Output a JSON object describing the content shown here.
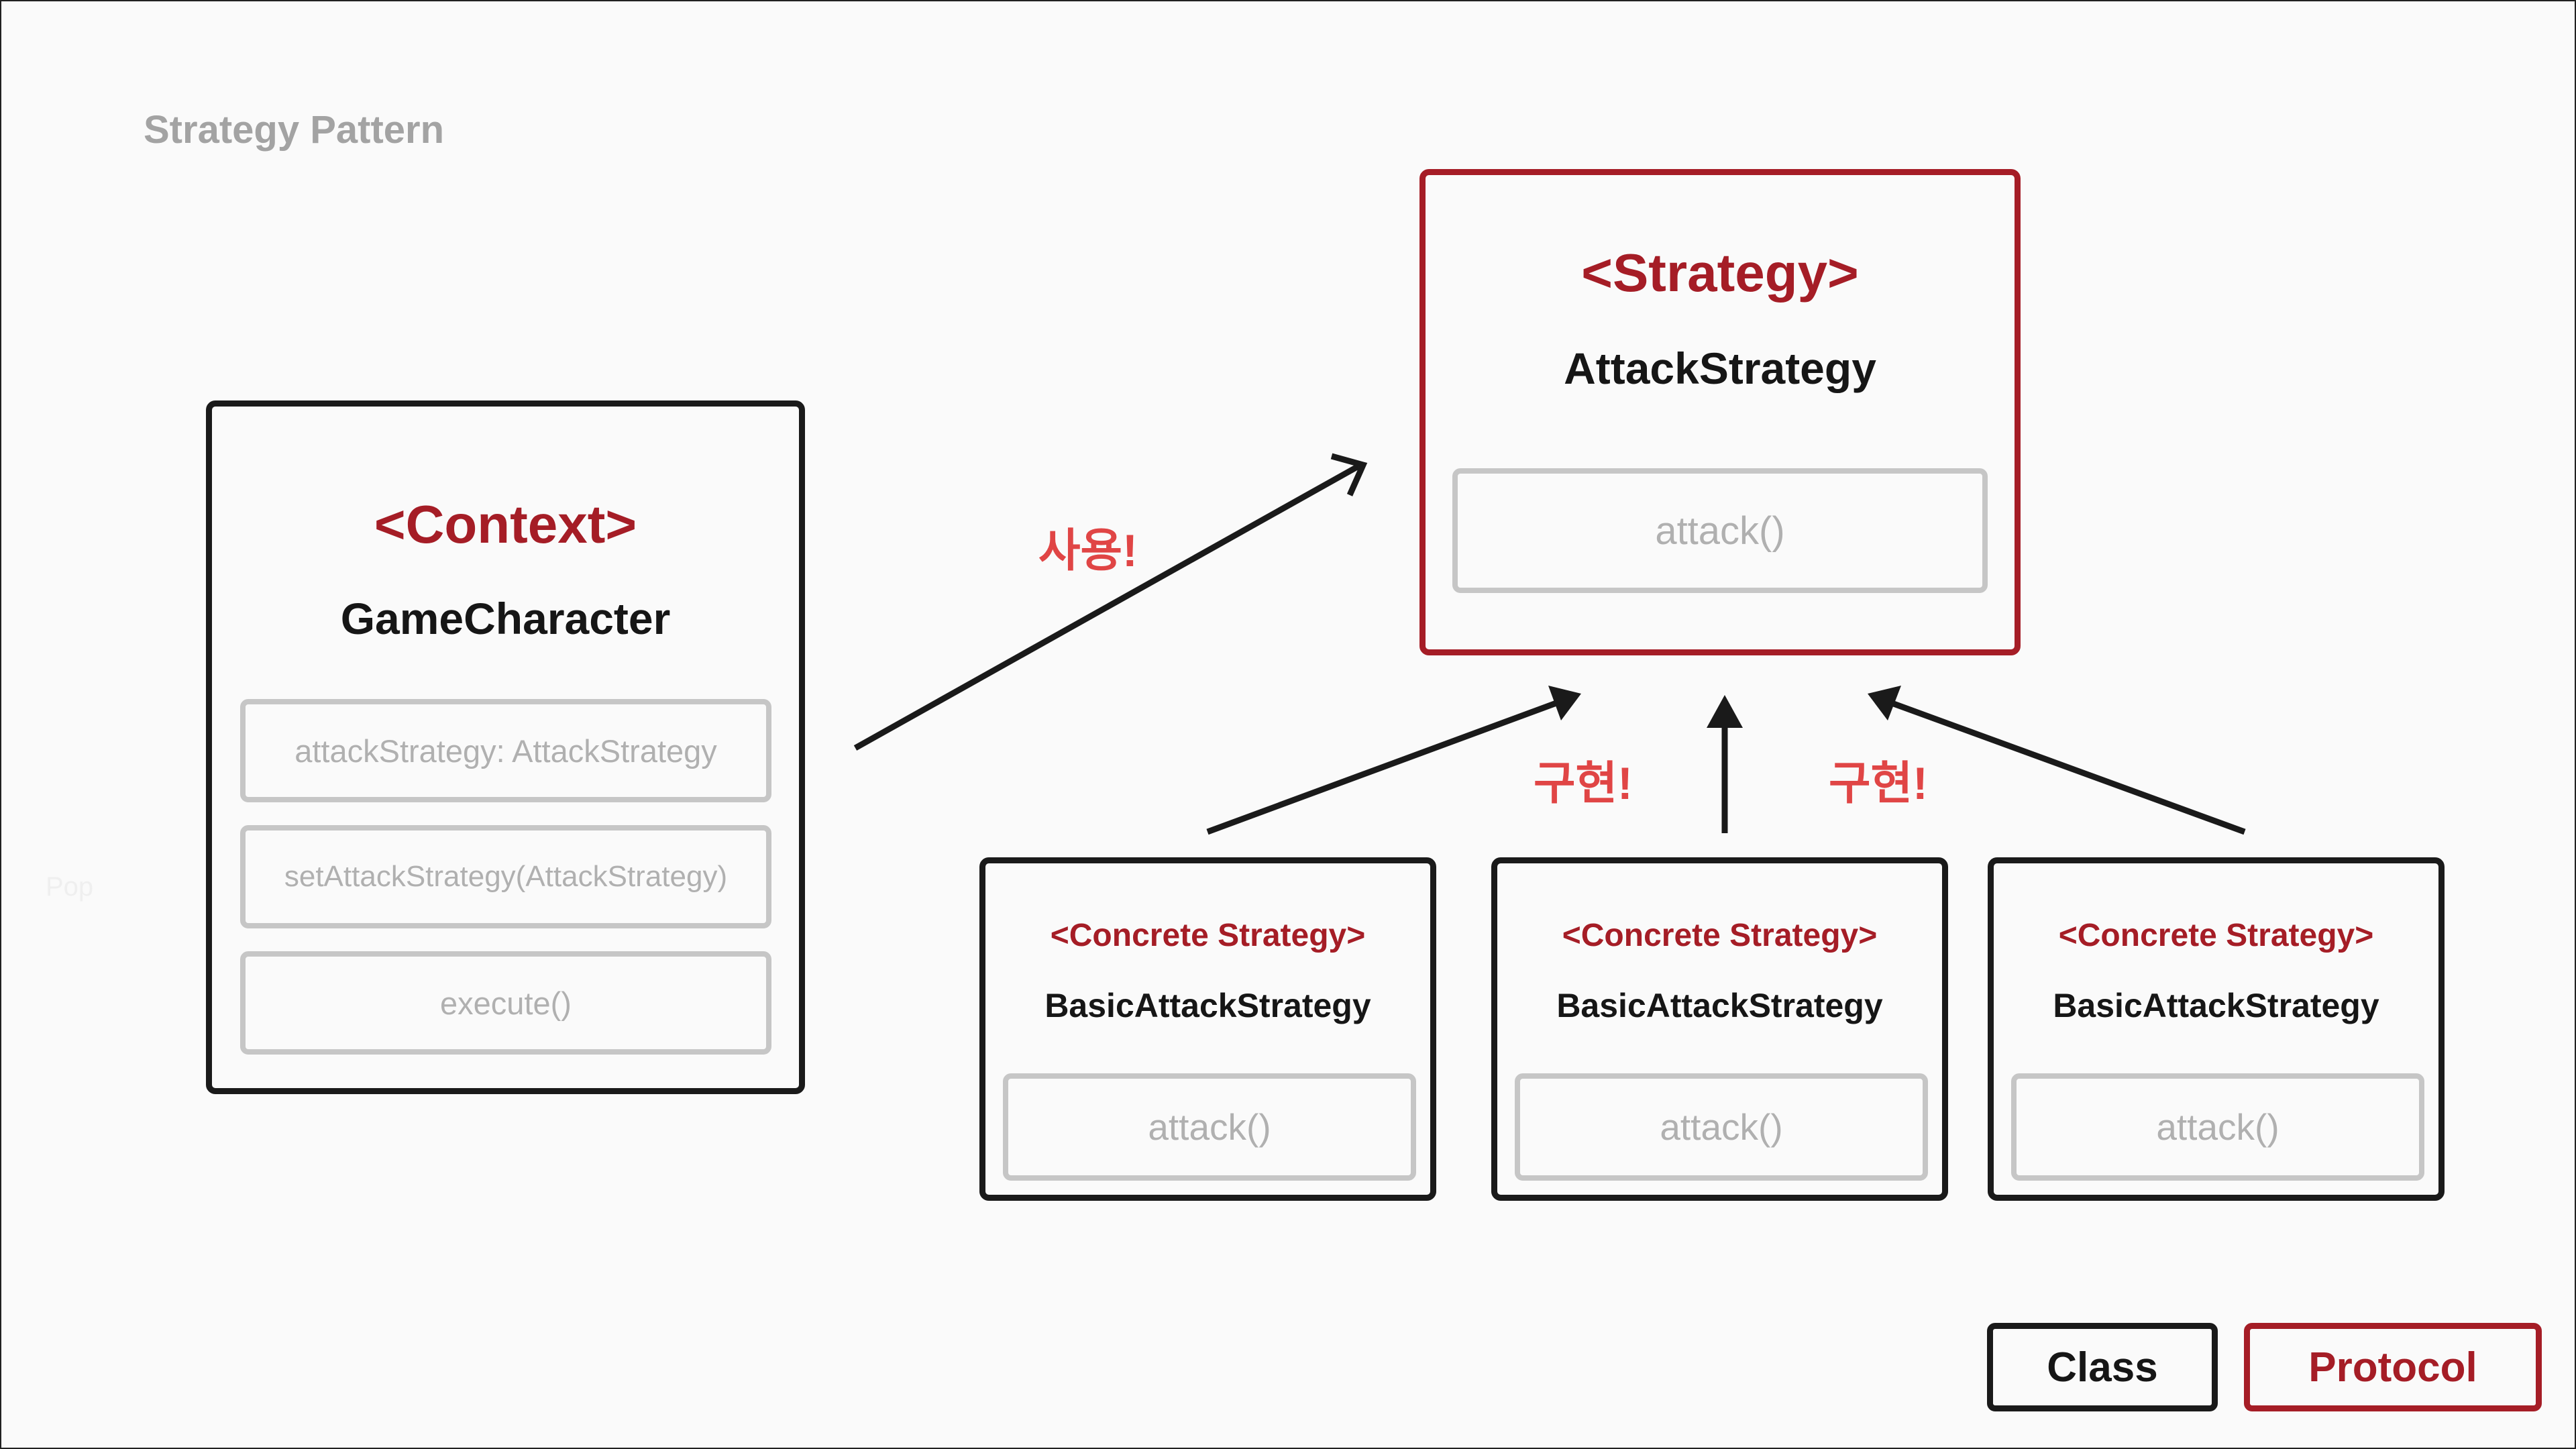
{
  "title": "Strategy Pattern",
  "ghost_text": "Pop",
  "context": {
    "stereotype": "<Context>",
    "name": "GameCharacter",
    "members": [
      "attackStrategy: AttackStrategy",
      "setAttackStrategy(AttackStrategy)",
      "execute()"
    ]
  },
  "strategy": {
    "stereotype": "<Strategy>",
    "name": "AttackStrategy",
    "members": [
      "attack()"
    ]
  },
  "concretes": [
    {
      "stereotype": "<Concrete Strategy>",
      "name": "BasicAttackStrategy",
      "method": "attack()"
    },
    {
      "stereotype": "<Concrete Strategy>",
      "name": "BasicAttackStrategy",
      "method": "attack()"
    },
    {
      "stereotype": "<Concrete Strategy>",
      "name": "BasicAttackStrategy",
      "method": "attack()"
    }
  ],
  "relations": {
    "uses_label": "사용!",
    "implements_label_left": "구현!",
    "implements_label_right": "구현!"
  },
  "legend": {
    "class_label": "Class",
    "protocol_label": "Protocol"
  },
  "colors": {
    "protocol": "#a51d26",
    "class": "#1a1a1a",
    "relation_label": "#e04545",
    "member_text": "#b0b0b0"
  }
}
